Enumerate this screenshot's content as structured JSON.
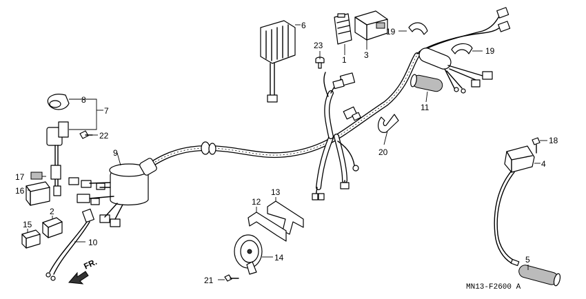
{
  "diagram": {
    "code": "MN13-F2600 A",
    "direction_label": "FR.",
    "callouts": {
      "c1": "1",
      "c2": "2",
      "c3": "3",
      "c4": "4",
      "c5": "5",
      "c6": "6",
      "c7": "7",
      "c8": "8",
      "c9": "9",
      "c10": "10",
      "c11": "11",
      "c12": "12",
      "c13": "13",
      "c14": "14",
      "c15": "15",
      "c16": "16",
      "c17": "17",
      "c18": "18",
      "c19a": "19",
      "c19b": "19",
      "c20": "20",
      "c21": "21",
      "c22": "22",
      "c23": "23"
    }
  }
}
